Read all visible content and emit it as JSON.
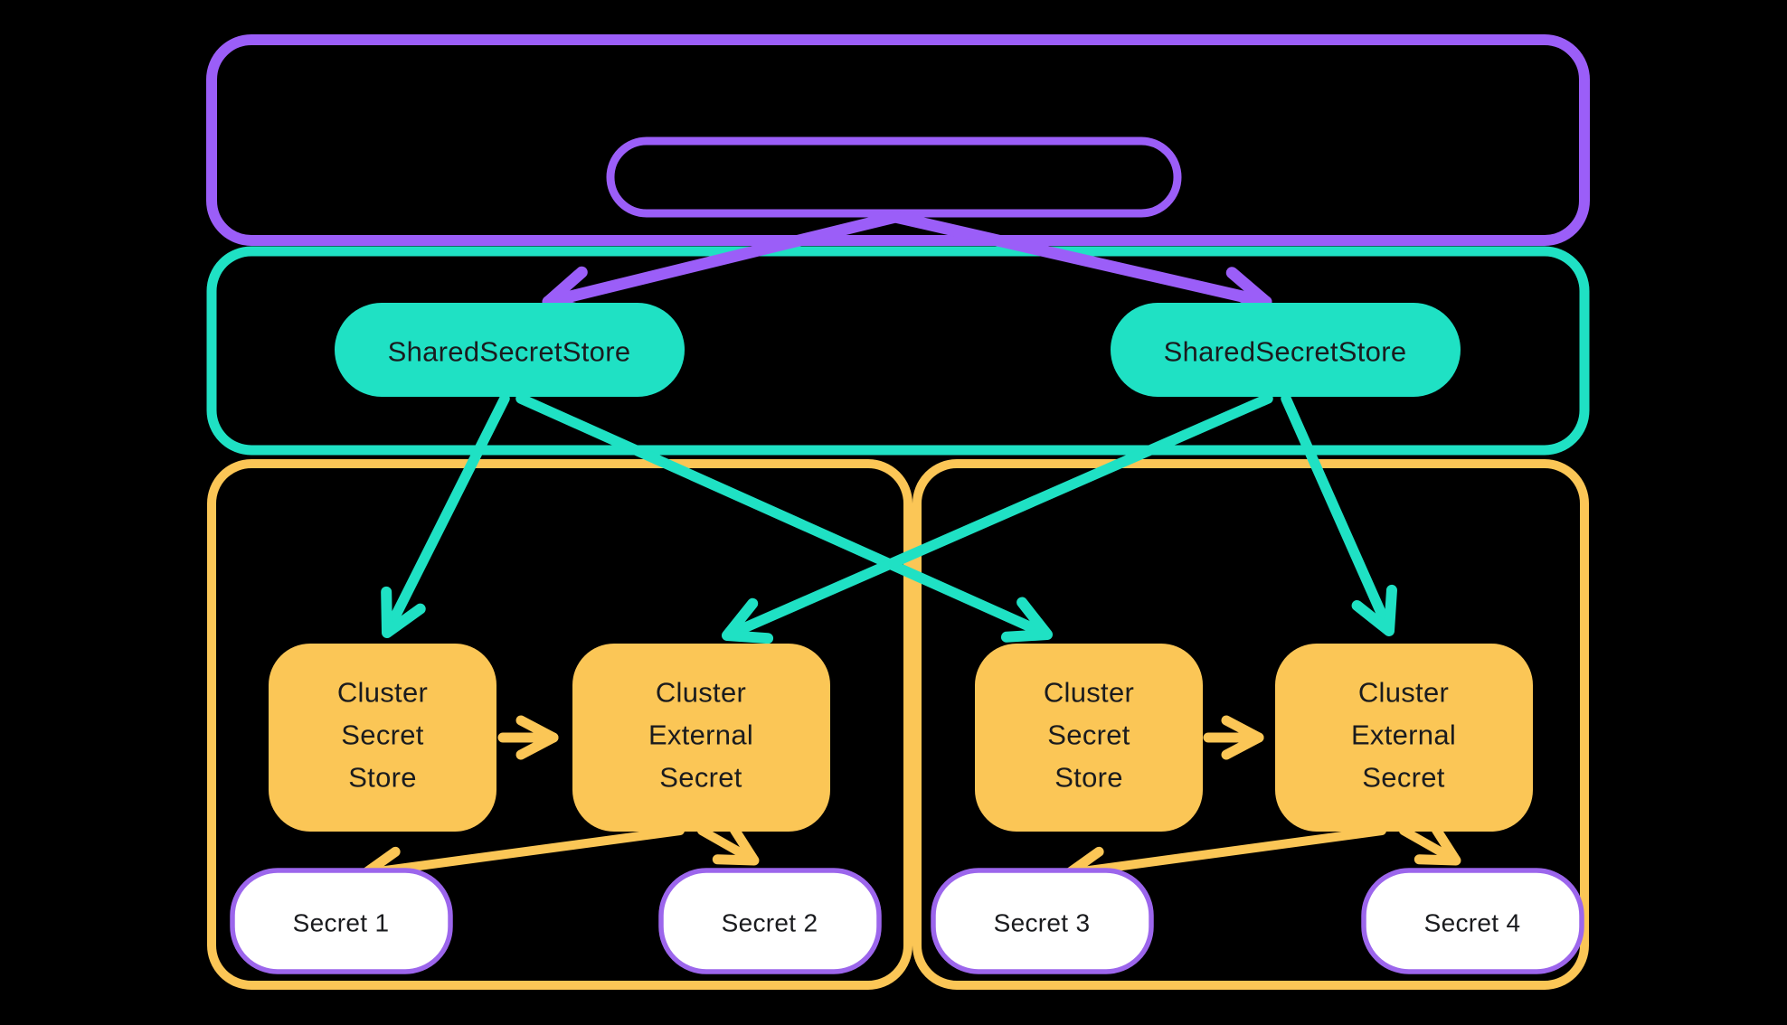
{
  "diagram": {
    "background": "#000000",
    "colors": {
      "purple": "#9B5EF8",
      "teal": "#1FE1C4",
      "yellow": "#FBC656",
      "secret_border": "#9C66EC",
      "text_dark": "#1A1B1E",
      "white": "#FFFFFF"
    },
    "nodes": {
      "shared_secret_store_left": {
        "label": "SharedSecretStore"
      },
      "shared_secret_store_right": {
        "label": "SharedSecretStore"
      },
      "cluster_secret_store_left": {
        "line1": "Cluster",
        "line2": "Secret",
        "line3": "Store"
      },
      "cluster_external_secret_left": {
        "line1": "Cluster",
        "line2": "External",
        "line3": "Secret"
      },
      "cluster_secret_store_right": {
        "line1": "Cluster",
        "line2": "Secret",
        "line3": "Store"
      },
      "cluster_external_secret_right": {
        "line1": "Cluster",
        "line2": "External",
        "line3": "Secret"
      },
      "secret_1": {
        "label": "Secret 1"
      },
      "secret_2": {
        "label": "Secret 2"
      },
      "secret_3": {
        "label": "Secret 3"
      },
      "secret_4": {
        "label": "Secret 4"
      }
    }
  }
}
